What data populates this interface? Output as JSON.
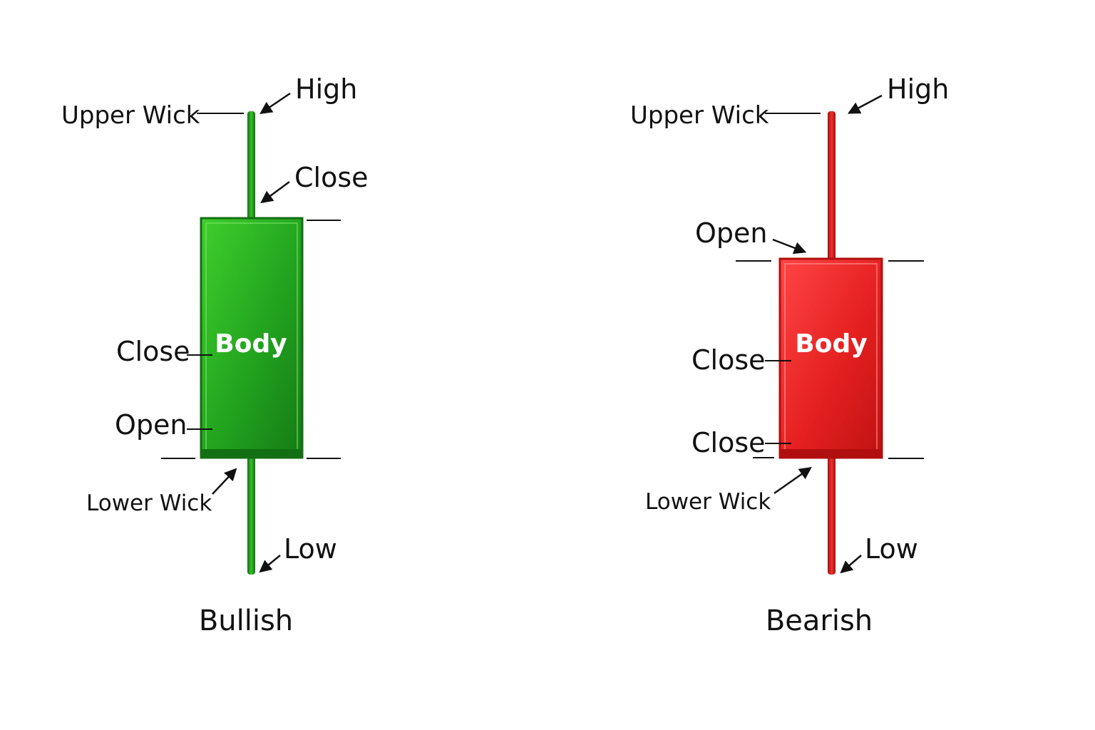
{
  "colors": {
    "bullish": "#1f9a1f",
    "bullish_light": "#3fcf2c",
    "bullish_dark": "#136f13",
    "bearish": "#e31b1b",
    "bearish_light": "#ff4040",
    "bearish_dark": "#b10f0f",
    "ink": "#111111",
    "background": "#ffffff"
  },
  "bullish": {
    "caption": "Bullish",
    "body_label": "Body",
    "labels": {
      "high": "High",
      "upper_wick": "Upper Wick",
      "close_top": "Close",
      "close_side": "Close",
      "open_side": "Open",
      "lower_wick": "Lower Wick",
      "low": "Low"
    }
  },
  "bearish": {
    "caption": "Bearish",
    "body_label": "Body",
    "labels": {
      "high": "High",
      "upper_wick": "Upper Wick",
      "open_top": "Open",
      "close_side": "Close",
      "close_side_lower": "Close",
      "lower_wick": "Lower Wick",
      "low": "Low"
    }
  }
}
